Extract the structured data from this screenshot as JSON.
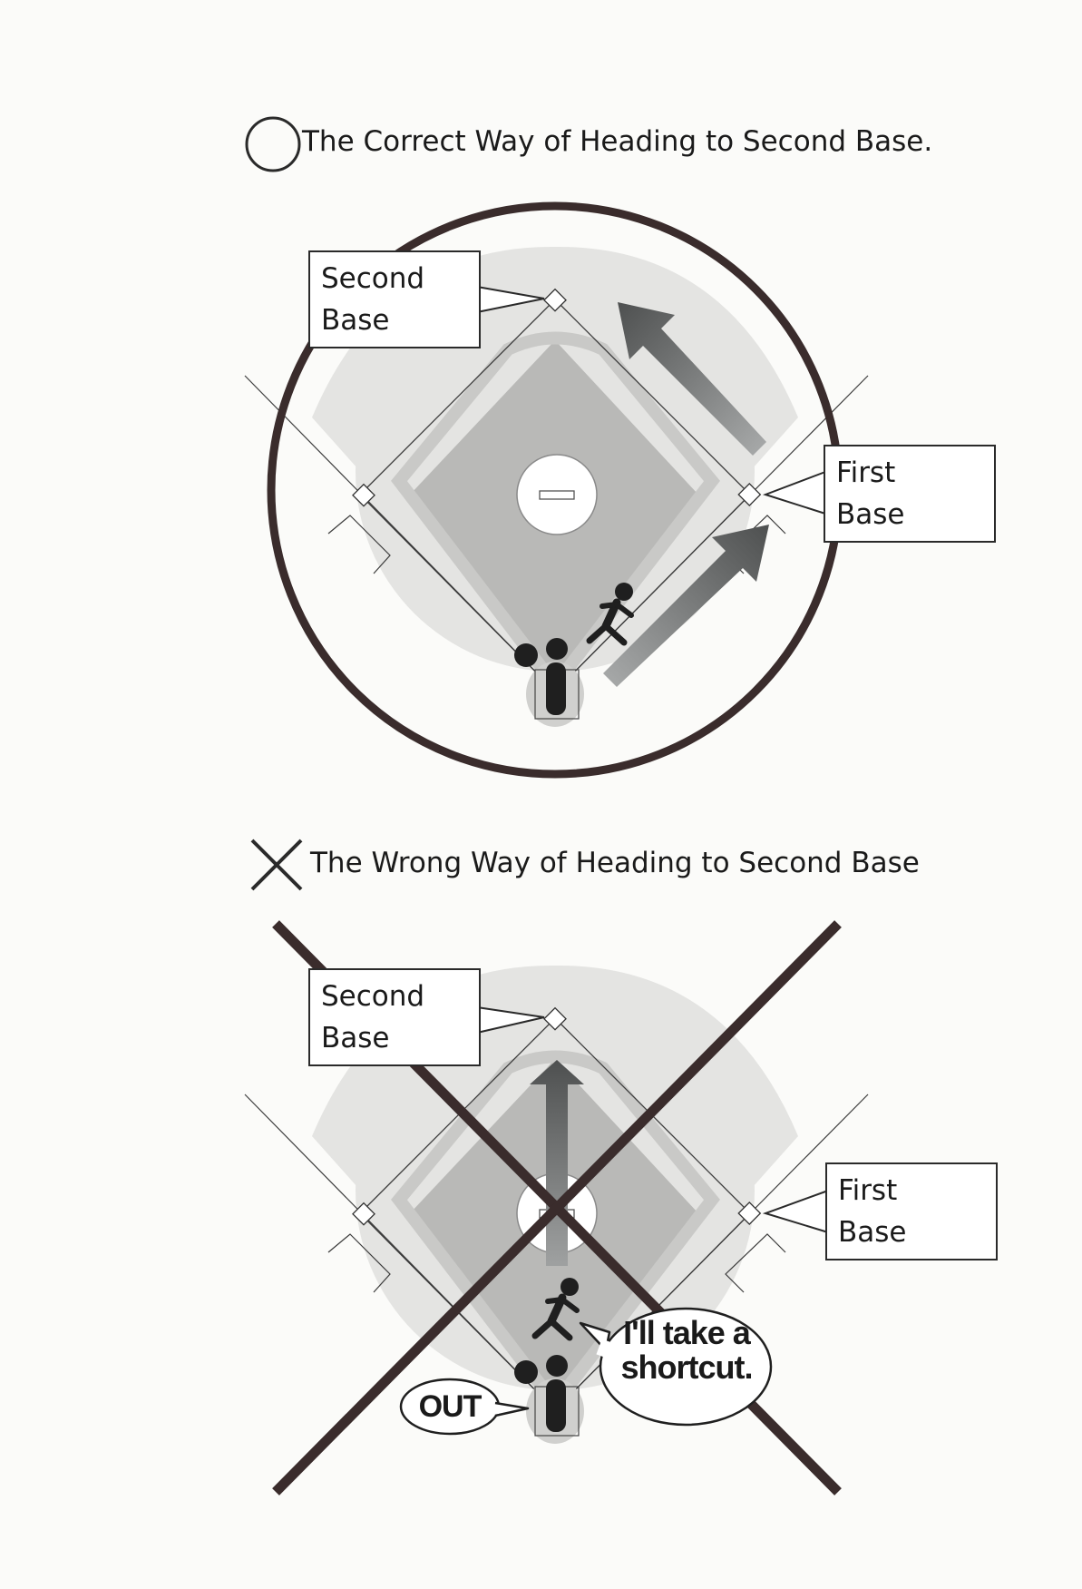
{
  "correct": {
    "heading": "The Correct Way of Heading to Second Base.",
    "mark_icon": "circle-mark-icon",
    "second_base_label": [
      "Second",
      "Base"
    ],
    "first_base_label": [
      "First",
      "Base"
    ]
  },
  "wrong": {
    "heading": "The Wrong Way of Heading to Second Base",
    "mark_icon": "cross-mark-icon",
    "second_base_label": [
      "Second",
      "Base"
    ],
    "first_base_label": [
      "First",
      "Base"
    ],
    "speech_bubble": [
      "I'll take a",
      "shortcut."
    ],
    "out_bubble": "OUT"
  },
  "colors": {
    "ink": "#3a2c2c",
    "infield": "#b9b9b7",
    "outfield": "#e4e4e2",
    "arrow": "#6e7070"
  }
}
